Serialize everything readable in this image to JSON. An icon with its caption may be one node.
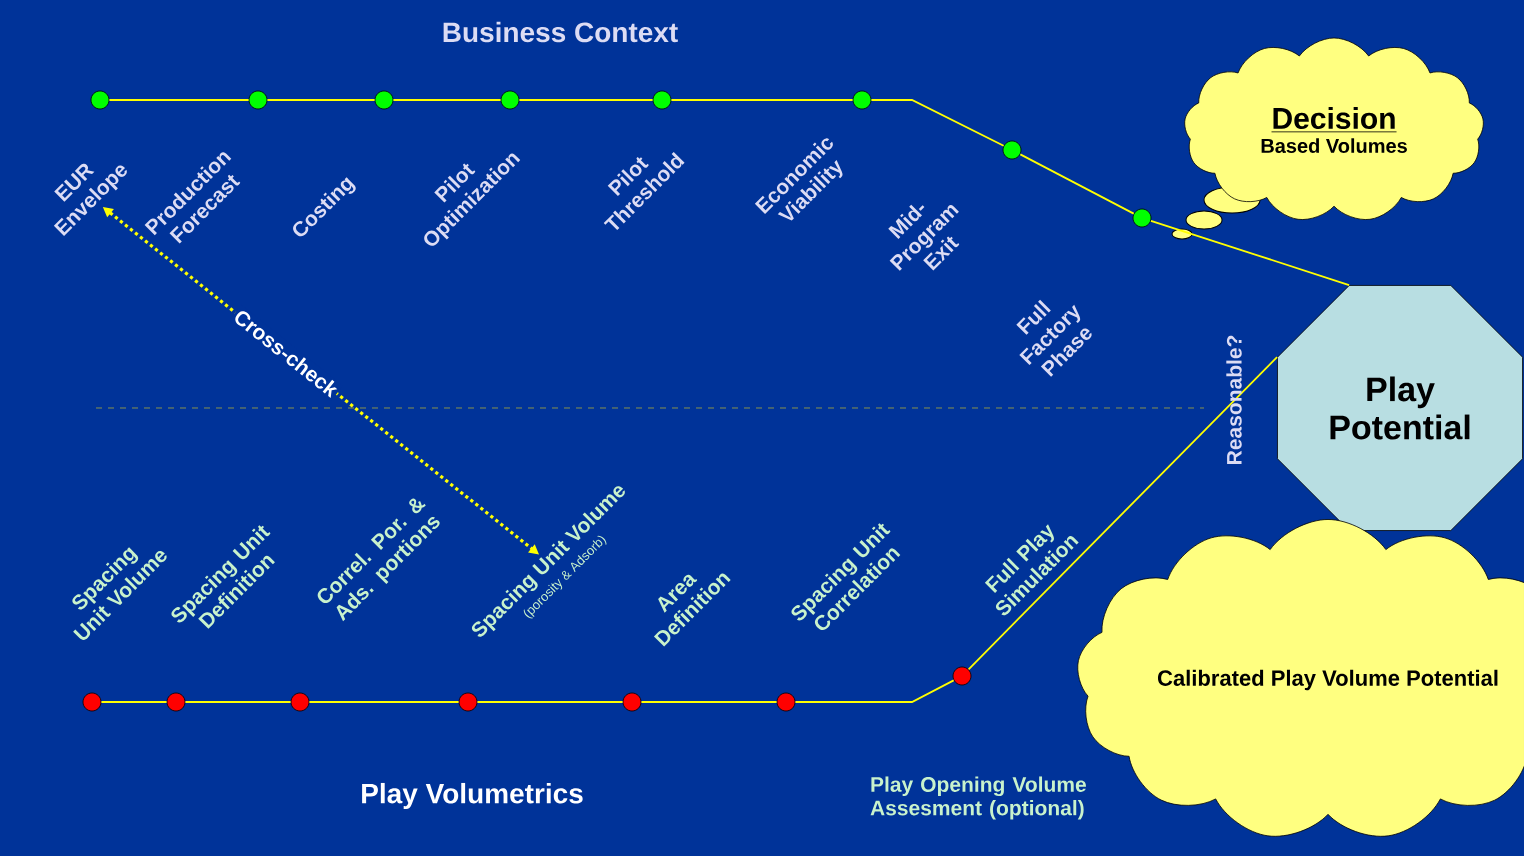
{
  "diagram": {
    "title": "Business Context",
    "nodes": [
      {
        "text": [
          "Decision",
          "Based Volumes"
        ]
      },
      {
        "text": [],
        "shape": "circle"
      },
      {
        "text": [],
        "shape": "circle"
      },
      {
        "text": [],
        "shape": "circle"
      },
      {
        "text": [],
        "shape": "circle"
      },
      {
        "text": [],
        "shape": "circle"
      },
      {
        "text": [],
        "shape": "circle"
      },
      {
        "text": [],
        "shape": "circle"
      },
      {
        "text": [],
        "shape": "circle"
      },
      {
        "text": [
          "EUR Envelope"
        ]
      },
      {
        "text": [
          "Play Potential"
        ]
      },
      {
        "text": [
          "Spacing Unit Volume",
          "(porosity & Adsorb)"
        ]
      },
      {
        "text": [],
        "shape": "circle"
      },
      {
        "text": [],
        "shape": "circle"
      },
      {
        "text": [],
        "shape": "circle"
      },
      {
        "text": [],
        "shape": "circle"
      },
      {
        "text": [],
        "shape": "circle"
      },
      {
        "text": [],
        "shape": "circle"
      },
      {
        "text": [],
        "shape": "circle"
      },
      {
        "text": [
          "Calibrated Play Volume Potential"
        ]
      }
    ],
    "edges": [
      {
        "from": 1,
        "to": 2,
        "arrow": "none"
      },
      {
        "from": 2,
        "to": 3,
        "arrow": "none"
      },
      {
        "from": 3,
        "to": 4,
        "arrow": "none"
      },
      {
        "from": 4,
        "to": 5,
        "arrow": "none"
      },
      {
        "from": 5,
        "to": 6,
        "arrow": "none"
      },
      {
        "from": 6,
        "to": 7,
        "arrow": "none"
      },
      {
        "from": 7,
        "to": 8,
        "arrow": "none"
      },
      {
        "from": 8,
        "to": 10,
        "arrow": "none"
      },
      {
        "from": 12,
        "to": 13,
        "arrow": "none"
      },
      {
        "from": 13,
        "to": 14,
        "arrow": "none"
      },
      {
        "from": 14,
        "to": 15,
        "arrow": "none"
      },
      {
        "from": 15,
        "to": 16,
        "arrow": "none"
      },
      {
        "from": 16,
        "to": 17,
        "arrow": "none"
      },
      {
        "from": 17,
        "to": 18,
        "arrow": "none"
      },
      {
        "from": 18,
        "to": 10,
        "arrow": "none"
      },
      {
        "from": 9,
        "to": 11,
        "arrow": "both",
        "label": "Cross-check",
        "style": "dashed"
      }
    ],
    "labels": [
      "Production Forecast",
      "Costing",
      "Pilot Optimization",
      "Pilot Threshold",
      "Economic Viability",
      "Mid-Program Exit",
      "Full Factory Phase",
      "Reasonable?",
      "Spacing Unit Volume",
      "Spacing Unit Definition",
      "Correl. Por. & Ads. portions",
      "Area Definition",
      "Spacing Unit Correlation",
      "Full Play Simulation",
      "Play Volumetrics",
      "Play Opening Volume Assesment (optional)"
    ]
  }
}
